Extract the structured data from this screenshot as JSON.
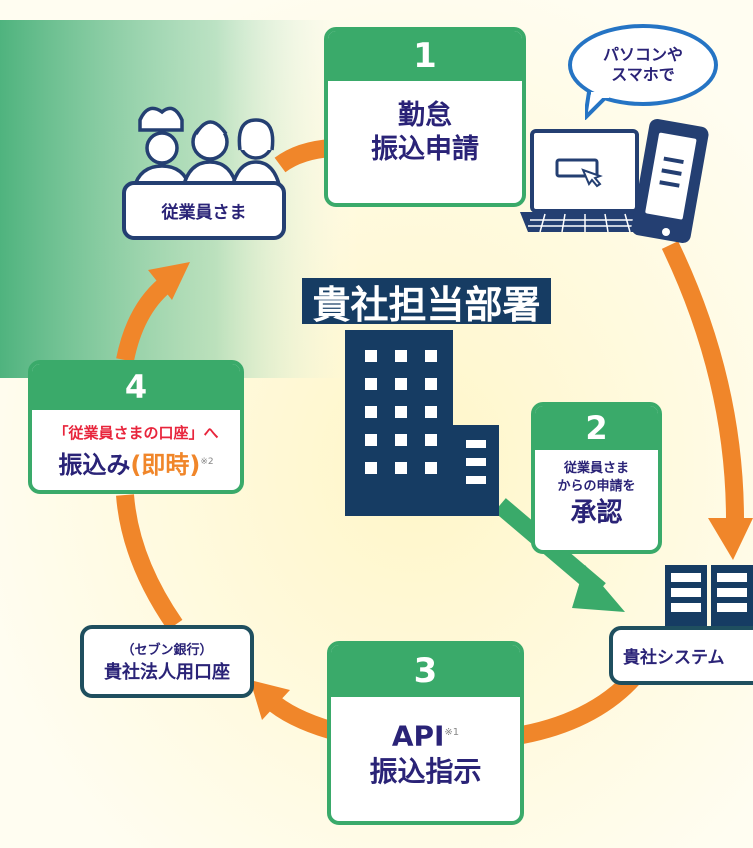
{
  "center": {
    "title": "貴社担当部署",
    "building_icon": "office-building-icon"
  },
  "bubble": {
    "line1": "パソコンや",
    "line2": "スマホで"
  },
  "nodes": {
    "employees": {
      "label": "従業員さま",
      "icon": "employees-icon"
    },
    "system": {
      "label": "貴社システム",
      "icon": "server-icon"
    },
    "account": {
      "sub": "（セブン銀行）",
      "label": "貴社法人用口座"
    }
  },
  "steps": [
    {
      "num": "1",
      "line1": "勤怠",
      "line2": "振込申請"
    },
    {
      "num": "2",
      "line1": "従業員さま",
      "line2": "からの申請を",
      "line3": "承認"
    },
    {
      "num": "3",
      "line1": "API",
      "note": "※1",
      "line2": "振込指示"
    },
    {
      "num": "4",
      "line1": "「従業員さまの口座」へ",
      "line2a": "振込み",
      "line2b": "(即時)",
      "note": "※2"
    }
  ],
  "devices": {
    "laptop_icon": "laptop-icon",
    "phone_icon": "smartphone-icon"
  },
  "colors": {
    "green": "#3aaa6a",
    "navy": "#2a2377",
    "orange": "#f0862a",
    "red": "#e8253c",
    "border_navy": "#243f72"
  }
}
